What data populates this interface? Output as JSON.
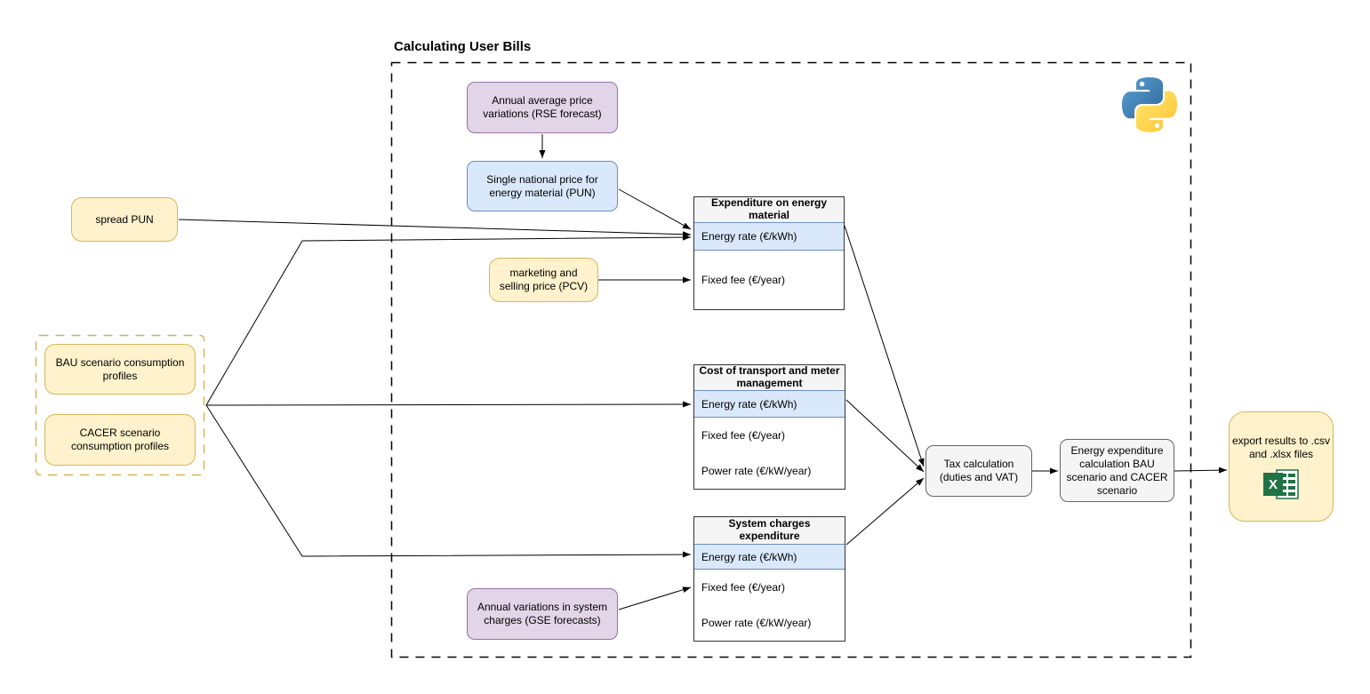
{
  "diagram": {
    "title": "Calculating User Bills",
    "nodes": {
      "rse": {
        "label": "Annual average price variations (RSE forecast)"
      },
      "pun": {
        "label": "Single national price for energy material (PUN)"
      },
      "spread_pun": {
        "label": "spread PUN"
      },
      "pcv": {
        "label": "marketing and selling price (PCV)"
      },
      "bau": {
        "label": "BAU scenario consumption profiles"
      },
      "cacer": {
        "label": "CACER scenario consumption profiles"
      },
      "gse": {
        "label": "Annual variations in system charges (GSE forecasts)"
      },
      "tax": {
        "label": "Tax calculation (duties and VAT)"
      },
      "energy_calc": {
        "label": "Energy expenditure calculation BAU scenario and CACER scenario"
      },
      "export": {
        "label": "export results to .csv and .xlsx files"
      }
    },
    "tables": [
      {
        "header": "Expenditure on energy material",
        "rows": [
          {
            "label": "Energy rate (€/kWh)",
            "highlighted": true
          },
          {
            "label": "Fixed fee (€/year)",
            "highlighted": false
          }
        ]
      },
      {
        "header": "Cost of transport and meter management",
        "rows": [
          {
            "label": "Energy rate (€/kWh)",
            "highlighted": true
          },
          {
            "label": "Fixed fee (€/year)",
            "highlighted": false
          },
          {
            "label": "Power rate (€/kW/year)",
            "highlighted": false
          }
        ]
      },
      {
        "header": "System charges expenditure",
        "rows": [
          {
            "label": "Energy rate (€/kWh)",
            "highlighted": true
          },
          {
            "label": "Fixed fee (€/year)",
            "highlighted": false
          },
          {
            "label": "Power rate (€/kW/year)",
            "highlighted": false
          }
        ]
      }
    ],
    "edges": [
      {
        "from": "rse",
        "to": "pun"
      },
      {
        "from": "pun",
        "to": "expenditure-energy-material.energy-rate"
      },
      {
        "from": "spread_pun",
        "to": "expenditure-energy-material.energy-rate"
      },
      {
        "from": "consumption-profiles-group",
        "to": "expenditure-energy-material.energy-rate"
      },
      {
        "from": "consumption-profiles-group",
        "to": "cost-transport-meter.energy-rate"
      },
      {
        "from": "consumption-profiles-group",
        "to": "system-charges.energy-rate"
      },
      {
        "from": "pcv",
        "to": "expenditure-energy-material.fixed-fee"
      },
      {
        "from": "gse",
        "to": "system-charges.fixed-fee"
      },
      {
        "from": "expenditure-energy-material",
        "to": "tax"
      },
      {
        "from": "cost-transport-meter",
        "to": "tax"
      },
      {
        "from": "system-charges",
        "to": "tax"
      },
      {
        "from": "tax",
        "to": "energy_calc"
      },
      {
        "from": "energy_calc",
        "to": "export"
      }
    ],
    "icons": {
      "python": "python-logo",
      "excel": "excel-spreadsheet-icon"
    },
    "colors": {
      "yellow_fill": "#FFF2CC",
      "yellow_stroke": "#D6B656",
      "purple_fill": "#E1D5E7",
      "purple_stroke": "#9673A6",
      "blue_fill": "#DAE8FC",
      "blue_stroke": "#6C8EBF",
      "gray_fill": "#F5F5F5",
      "gray_stroke": "#666666",
      "table_stroke": "#333333",
      "excel_green": "#217346",
      "python_blue": "#3776AB",
      "python_yellow": "#FFD43B"
    }
  }
}
